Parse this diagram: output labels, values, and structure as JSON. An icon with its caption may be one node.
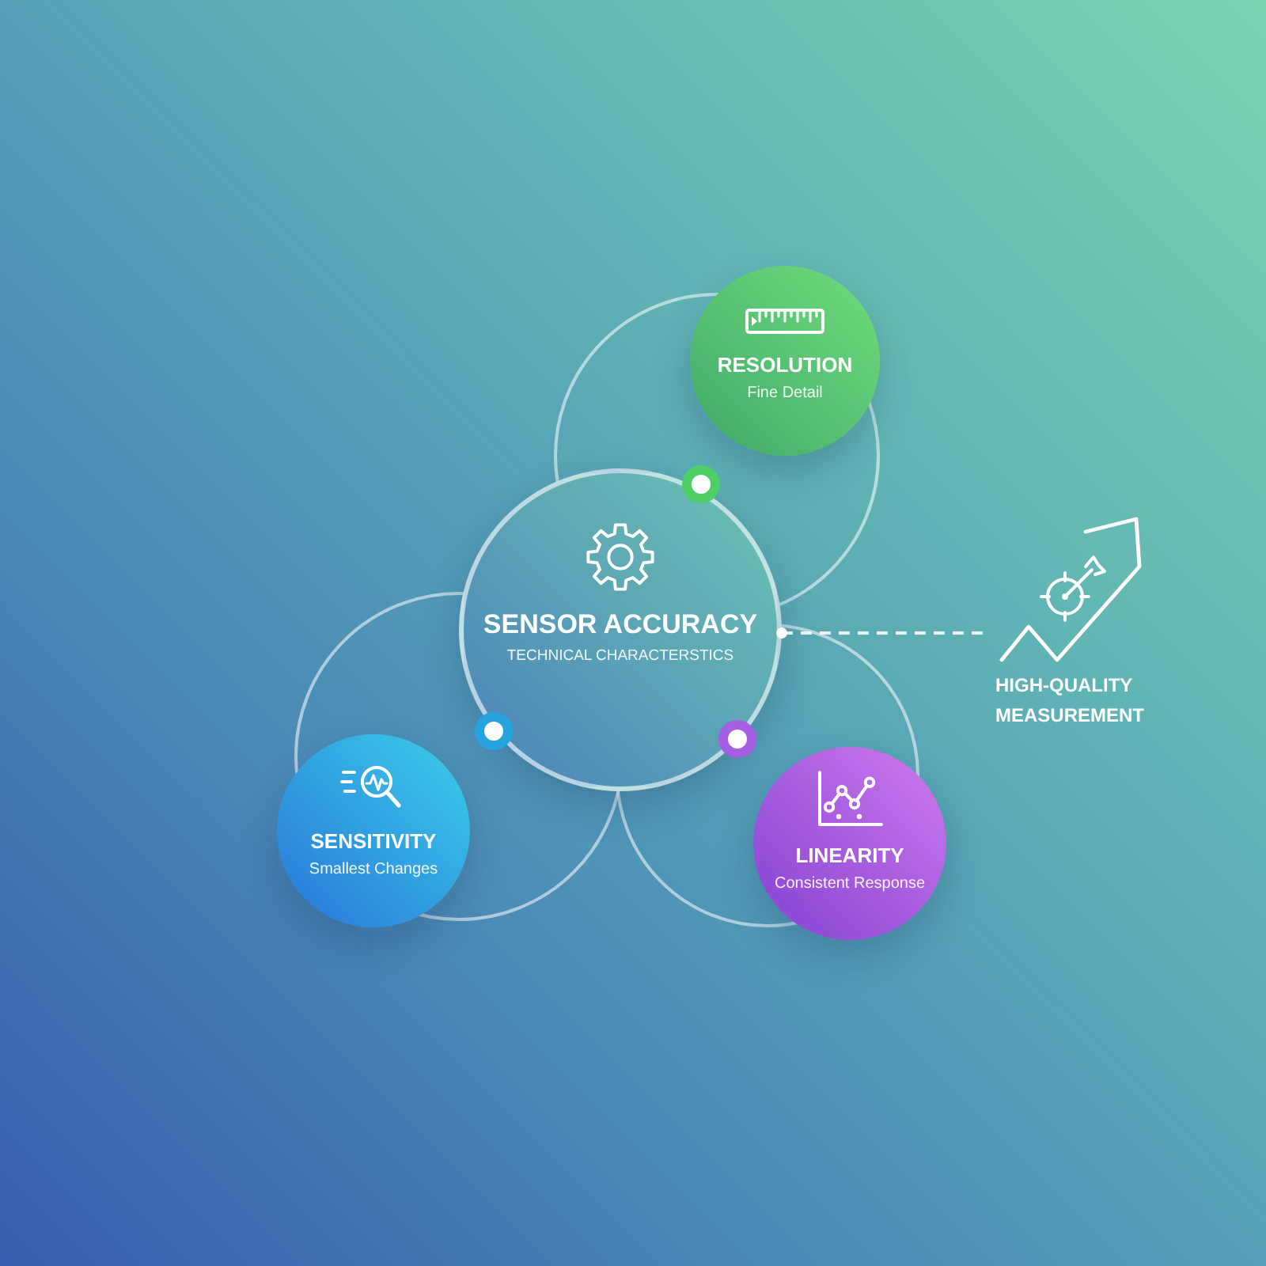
{
  "diagram": {
    "nodes": [
      {
        "text": [
          "SENSOR ACCURACY",
          "TECHNICAL CHARACTERSTICS"
        ]
      },
      {
        "text": [
          "RESOLUTION",
          "Fine Detail"
        ]
      },
      {
        "text": [
          "SENSITIVITY",
          "Smallest Changes"
        ]
      },
      {
        "text": [
          "LINEARITY",
          "Consistent Response"
        ]
      },
      {
        "text": [
          "HIGH-QUALITY MEASUREMENT"
        ]
      }
    ],
    "edges": [
      {
        "from": 0,
        "to": 4,
        "arrow": "other",
        "style": "dashed"
      }
    ]
  }
}
